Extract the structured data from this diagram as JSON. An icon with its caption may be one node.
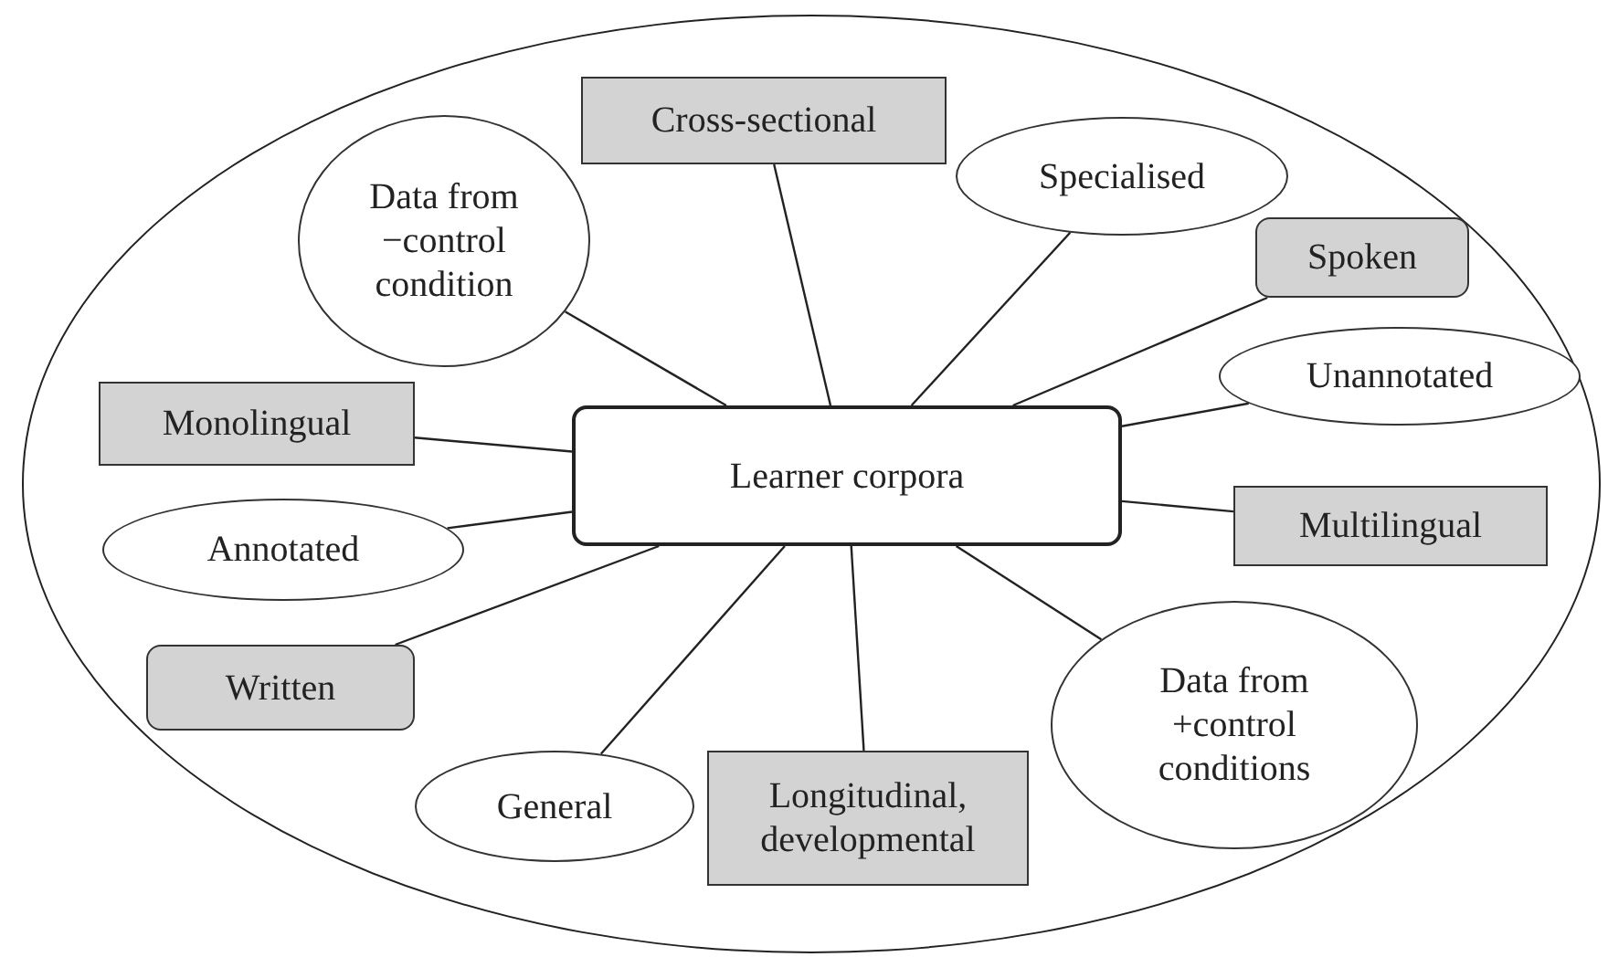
{
  "diagram": {
    "nodes": [
      {
        "text": [],
        "shape": "ellipse"
      },
      {
        "text": [
          "Cross-sectional"
        ],
        "in": 0
      },
      {
        "text": [
          "Data from −control condition"
        ],
        "in": 0
      },
      {
        "text": [
          "Specialised"
        ],
        "in": 0
      },
      {
        "text": [
          "Spoken"
        ],
        "in": 0
      },
      {
        "text": [
          "Unannotated"
        ],
        "in": 0
      },
      {
        "text": [
          "Monolingual"
        ],
        "in": 0
      },
      {
        "text": [
          "Learner corpora"
        ],
        "in": 0
      },
      {
        "text": [
          "Multilingual"
        ],
        "in": 0
      },
      {
        "text": [
          "Annotated"
        ],
        "in": 0
      },
      {
        "text": [
          "Written"
        ],
        "in": 0
      },
      {
        "text": [
          "Data from +control conditions"
        ],
        "in": 0
      },
      {
        "text": [
          "General"
        ],
        "in": 0
      },
      {
        "text": [
          "Longitudinal, developmental"
        ],
        "in": 0
      }
    ],
    "edges": [
      {
        "from": 7,
        "to": 1,
        "arrow": "none"
      },
      {
        "from": 7,
        "to": 2,
        "arrow": "none"
      },
      {
        "from": 7,
        "to": 3,
        "arrow": "none"
      },
      {
        "from": 7,
        "to": 4,
        "arrow": "none"
      },
      {
        "from": 7,
        "to": 5,
        "arrow": "none"
      },
      {
        "from": 7,
        "to": 6,
        "arrow": "none"
      },
      {
        "from": 7,
        "to": 8,
        "arrow": "none"
      },
      {
        "from": 7,
        "to": 9,
        "arrow": "none"
      },
      {
        "from": 7,
        "to": 10,
        "arrow": "none"
      },
      {
        "from": 7,
        "to": 11,
        "arrow": "none"
      },
      {
        "from": 7,
        "to": 12,
        "arrow": "none"
      },
      {
        "from": 7,
        "to": 13,
        "arrow": "none"
      }
    ]
  }
}
